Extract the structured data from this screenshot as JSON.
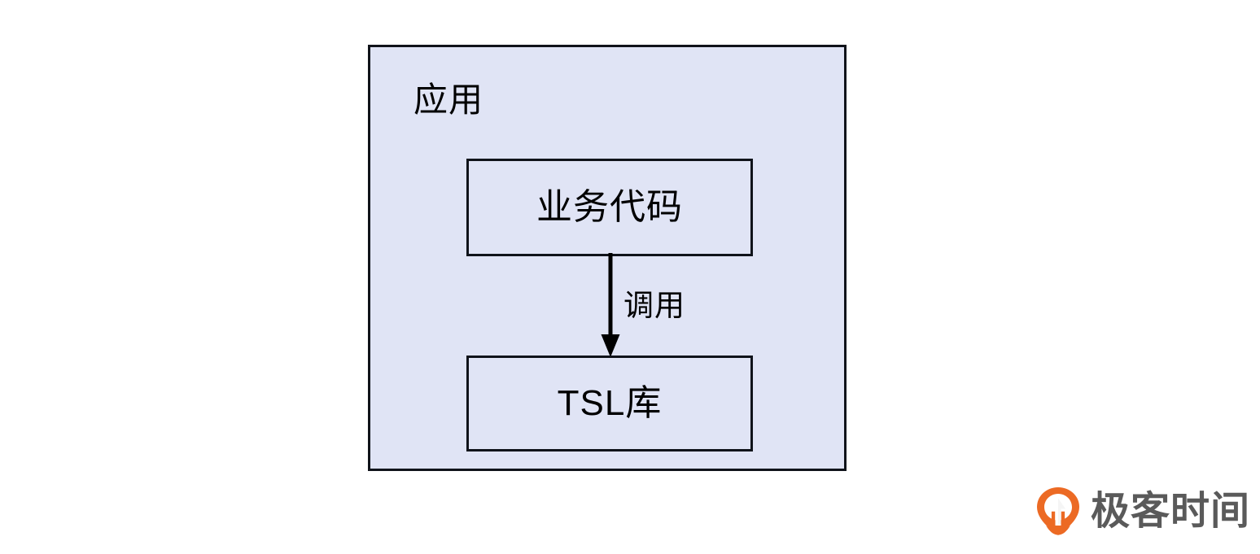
{
  "diagram": {
    "type": "block-diagram",
    "outer_container": {
      "label": "应用",
      "fill_color": "#e0e4f5",
      "border_color": "#10131a"
    },
    "blocks": [
      {
        "id": "business-code",
        "label": "业务代码",
        "fill_color": "#e0e4f5",
        "border_color": "#10131a"
      },
      {
        "id": "tsl-library",
        "label": "TSL库",
        "fill_color": "#e0e4f5",
        "border_color": "#10131a"
      }
    ],
    "connectors": [
      {
        "id": "call-arrow",
        "label": "调用",
        "from": "business-code",
        "to": "tsl-library",
        "direction": "down",
        "color": "#000000"
      }
    ]
  },
  "watermark": {
    "brand_name": "极客时间",
    "icon": "geektime-pin-icon",
    "icon_color": "#ec6a24",
    "text_color": "#5a5a5a"
  }
}
